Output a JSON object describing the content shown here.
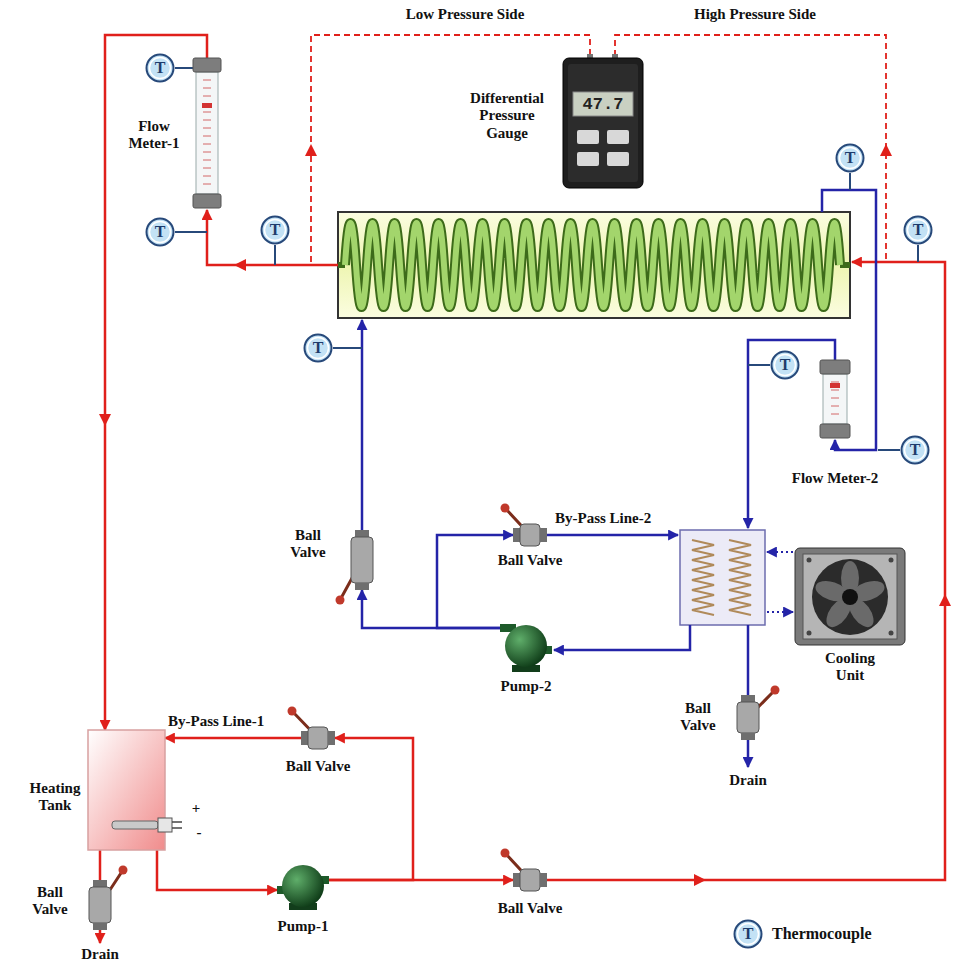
{
  "diagram": {
    "nodes": [
      {
        "text": [
          "Flow Meter-1"
        ]
      },
      {
        "text": [
          "Differential Pressure Gauge",
          "47.7"
        ]
      },
      {
        "text": [
          "T"
        ]
      },
      {
        "text": [
          "T"
        ]
      },
      {
        "text": [
          "T"
        ]
      },
      {
        "text": [
          "T"
        ]
      },
      {
        "text": [
          "T"
        ]
      },
      {
        "text": [
          "T"
        ]
      },
      {
        "text": [
          "T"
        ]
      },
      {
        "text": [
          "Flow Meter-2"
        ]
      },
      {
        "text": [
          "T"
        ]
      },
      {
        "text": [
          "Ball Valve"
        ]
      },
      {
        "text": [
          "Ball Valve"
        ]
      },
      {
        "text": [
          "Pump-2"
        ]
      },
      {
        "text": [
          "Cooling Unit"
        ]
      },
      {
        "text": [
          "Ball Valve"
        ]
      },
      {
        "text": [
          "Heating Tank"
        ]
      },
      {
        "text": [
          "Ball Valve"
        ]
      },
      {
        "text": [
          "Ball Valve"
        ]
      },
      {
        "text": [
          "Pump-1"
        ]
      },
      {
        "text": [
          "Ball Valve"
        ]
      }
    ],
    "edges": [
      {
        "from": 0,
        "to": 16,
        "arrow": "to"
      },
      {
        "from": 13,
        "to": 11,
        "arrow": "to"
      },
      {
        "from": 13,
        "to": 12,
        "arrow": "to"
      },
      {
        "from": 16,
        "to": 19,
        "arrow": "to"
      },
      {
        "from": 19,
        "to": 20,
        "arrow": "to"
      },
      {
        "from": 19,
        "to": 17,
        "arrow": "to"
      },
      {
        "from": 17,
        "to": 16,
        "arrow": "to"
      },
      {
        "from": 16,
        "to": 18,
        "arrow": "none"
      }
    ],
    "labels": [
      "Low Pressure Side",
      "High Pressure Side",
      "By-Pass Line-2",
      "By-Pass Line-1",
      "+",
      "-",
      "Drain",
      "Drain",
      "T"
    ],
    "legend": [
      {
        "text": "Thermocouple"
      }
    ]
  }
}
